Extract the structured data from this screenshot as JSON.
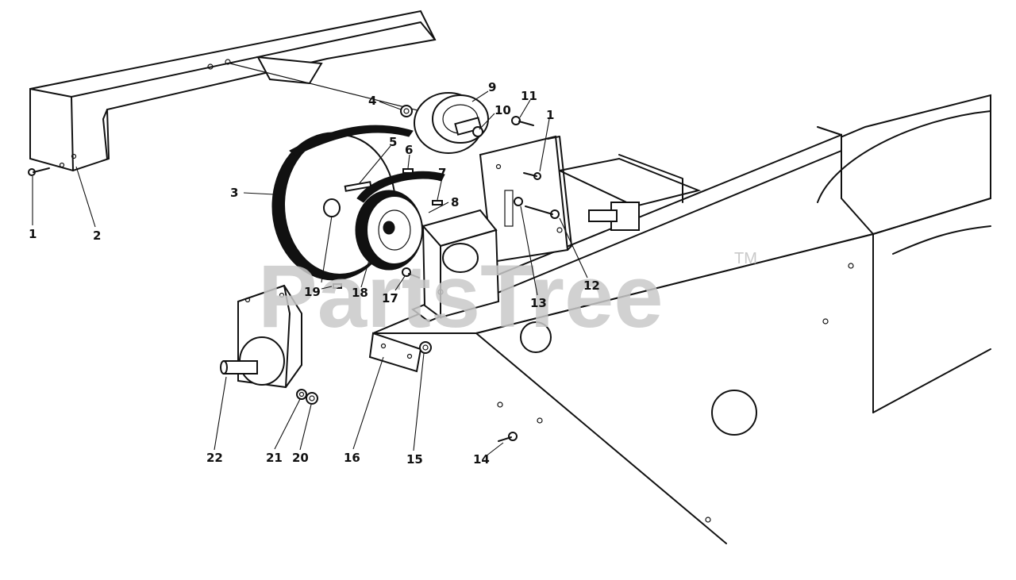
{
  "watermark": {
    "brand": "PartsTree",
    "trademark": "TM"
  },
  "callouts": [
    {
      "id": "c1a",
      "label": "1"
    },
    {
      "id": "c2",
      "label": "2"
    },
    {
      "id": "c3",
      "label": "3"
    },
    {
      "id": "c4",
      "label": "4"
    },
    {
      "id": "c5",
      "label": "5"
    },
    {
      "id": "c6",
      "label": "6"
    },
    {
      "id": "c7",
      "label": "7"
    },
    {
      "id": "c8",
      "label": "8"
    },
    {
      "id": "c9",
      "label": "9"
    },
    {
      "id": "c10",
      "label": "10"
    },
    {
      "id": "c11",
      "label": "11"
    },
    {
      "id": "c1b",
      "label": "1"
    },
    {
      "id": "c12",
      "label": "12"
    },
    {
      "id": "c13",
      "label": "13"
    },
    {
      "id": "c14",
      "label": "14"
    },
    {
      "id": "c15",
      "label": "15"
    },
    {
      "id": "c16",
      "label": "16"
    },
    {
      "id": "c17",
      "label": "17"
    },
    {
      "id": "c18",
      "label": "18"
    },
    {
      "id": "c19",
      "label": "19"
    },
    {
      "id": "c20",
      "label": "20"
    },
    {
      "id": "c21",
      "label": "21"
    },
    {
      "id": "c22",
      "label": "22"
    }
  ]
}
